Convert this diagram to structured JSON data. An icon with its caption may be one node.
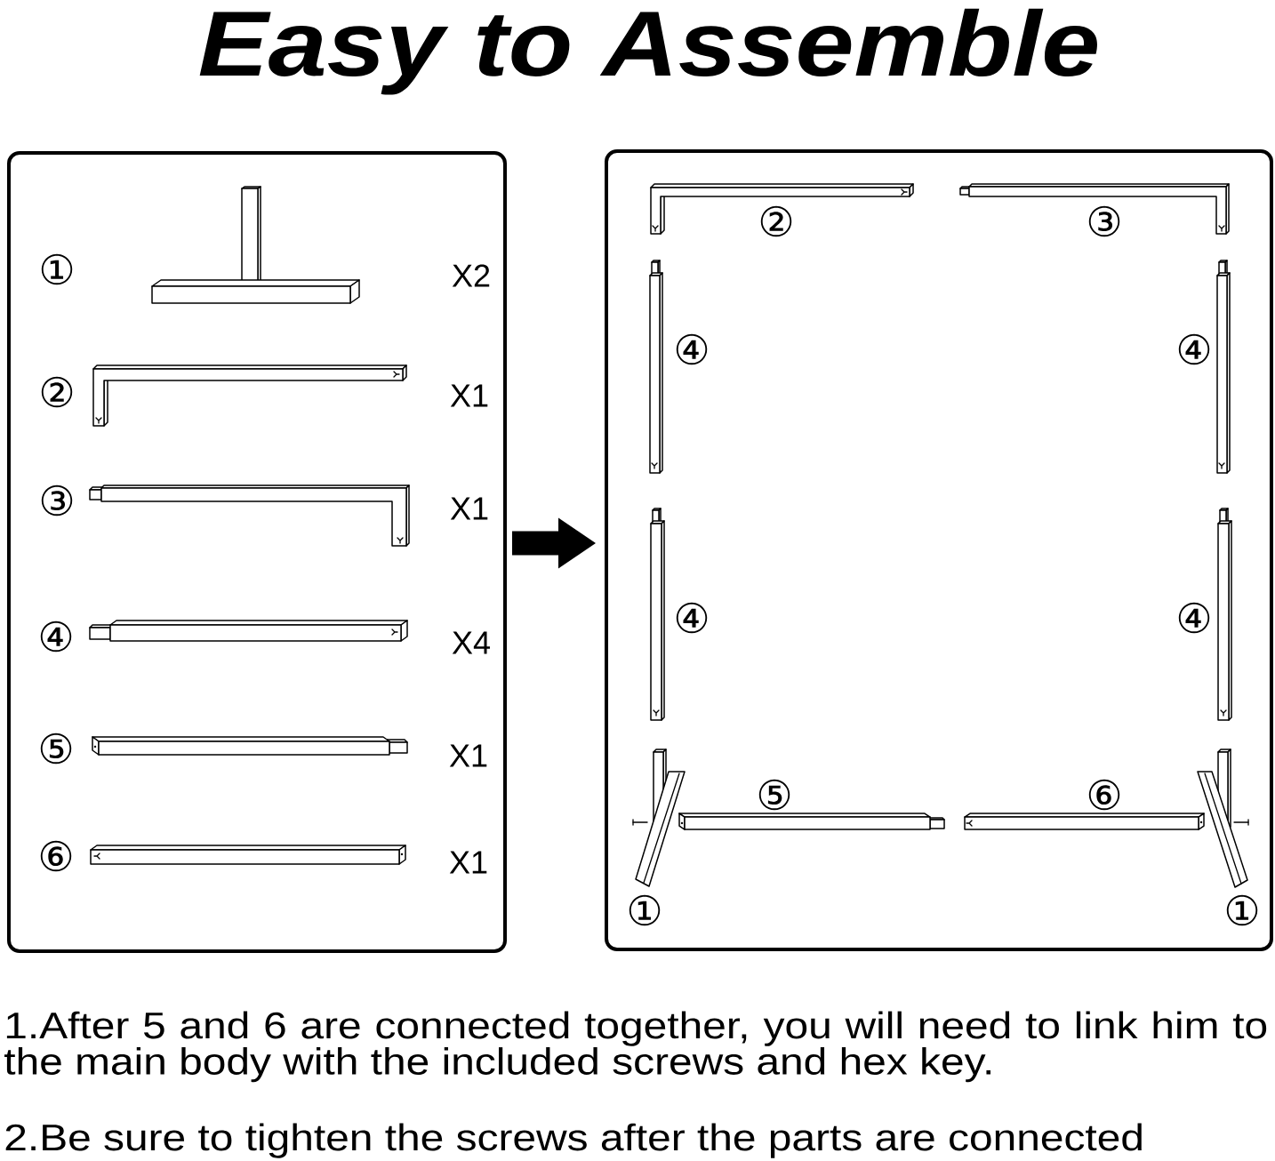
{
  "diagram": {
    "title": "Easy to Assemble",
    "nodes": [
      {
        "text": [],
        "shape": "box"
      },
      {
        "text": [],
        "shape": "box"
      }
    ],
    "edges": [
      {
        "from": 0,
        "to": 1,
        "arrow": "to"
      }
    ],
    "labels": [
      "①",
      "X2",
      "②",
      "X1",
      "③",
      "X1",
      "④",
      "X4",
      "⑤",
      "X1",
      "⑥",
      "X1",
      "②",
      "③",
      "④",
      "④",
      "④",
      "④",
      "⑤",
      "⑥",
      "①",
      "①",
      "1.After 5 and 6 are connected together, you will need to link him to the main body with the included screws and hex key.",
      "2.Be sure to tighten the screws after the parts are connected"
    ]
  }
}
